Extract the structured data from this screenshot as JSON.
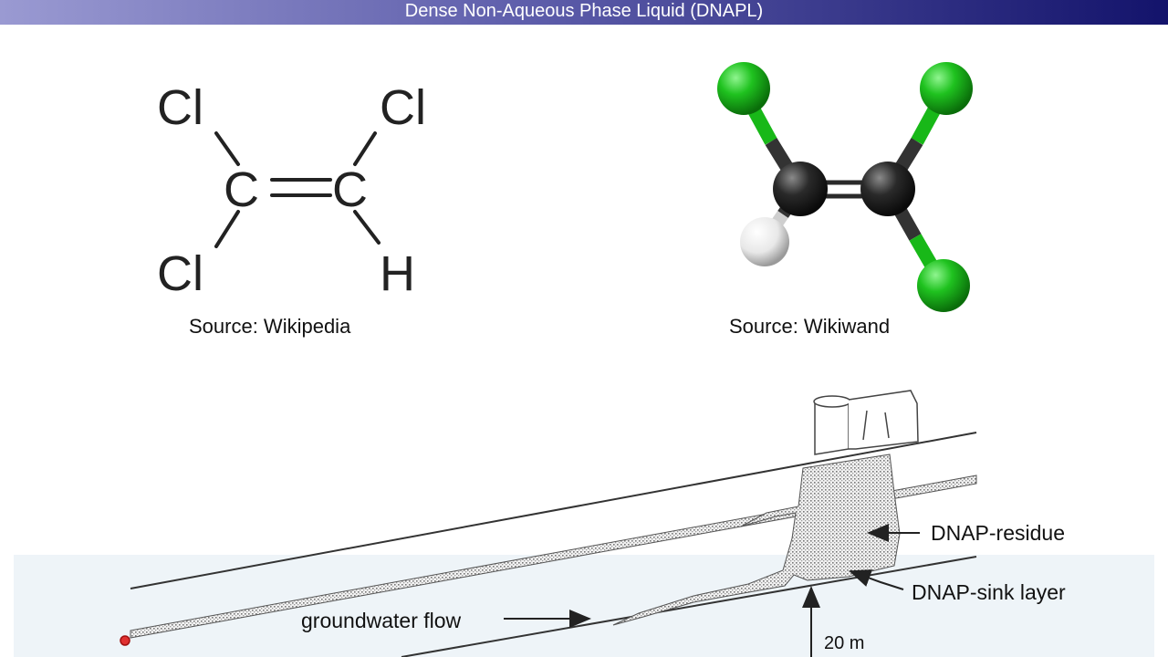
{
  "title": "Dense Non-Aqueous Phase Liquid (DNAPL)",
  "structure": {
    "atoms": {
      "cl_top_left": "Cl",
      "cl_top_right": "Cl",
      "c_left": "C",
      "c_right": "C",
      "cl_bottom_left": "Cl",
      "h_bottom_right": "H"
    },
    "caption": "Source: Wikipedia"
  },
  "model": {
    "caption": "Source: Wikiwand",
    "colors": {
      "chlorine": "#1fc21f",
      "carbon": "#2a2a2a",
      "hydrogen": "#e8e8e8"
    }
  },
  "diagram": {
    "labels": {
      "residue": "DNAP-residue",
      "sink": "DNAP-sink layer",
      "flow": "groundwater flow",
      "depth": "20 m"
    }
  }
}
